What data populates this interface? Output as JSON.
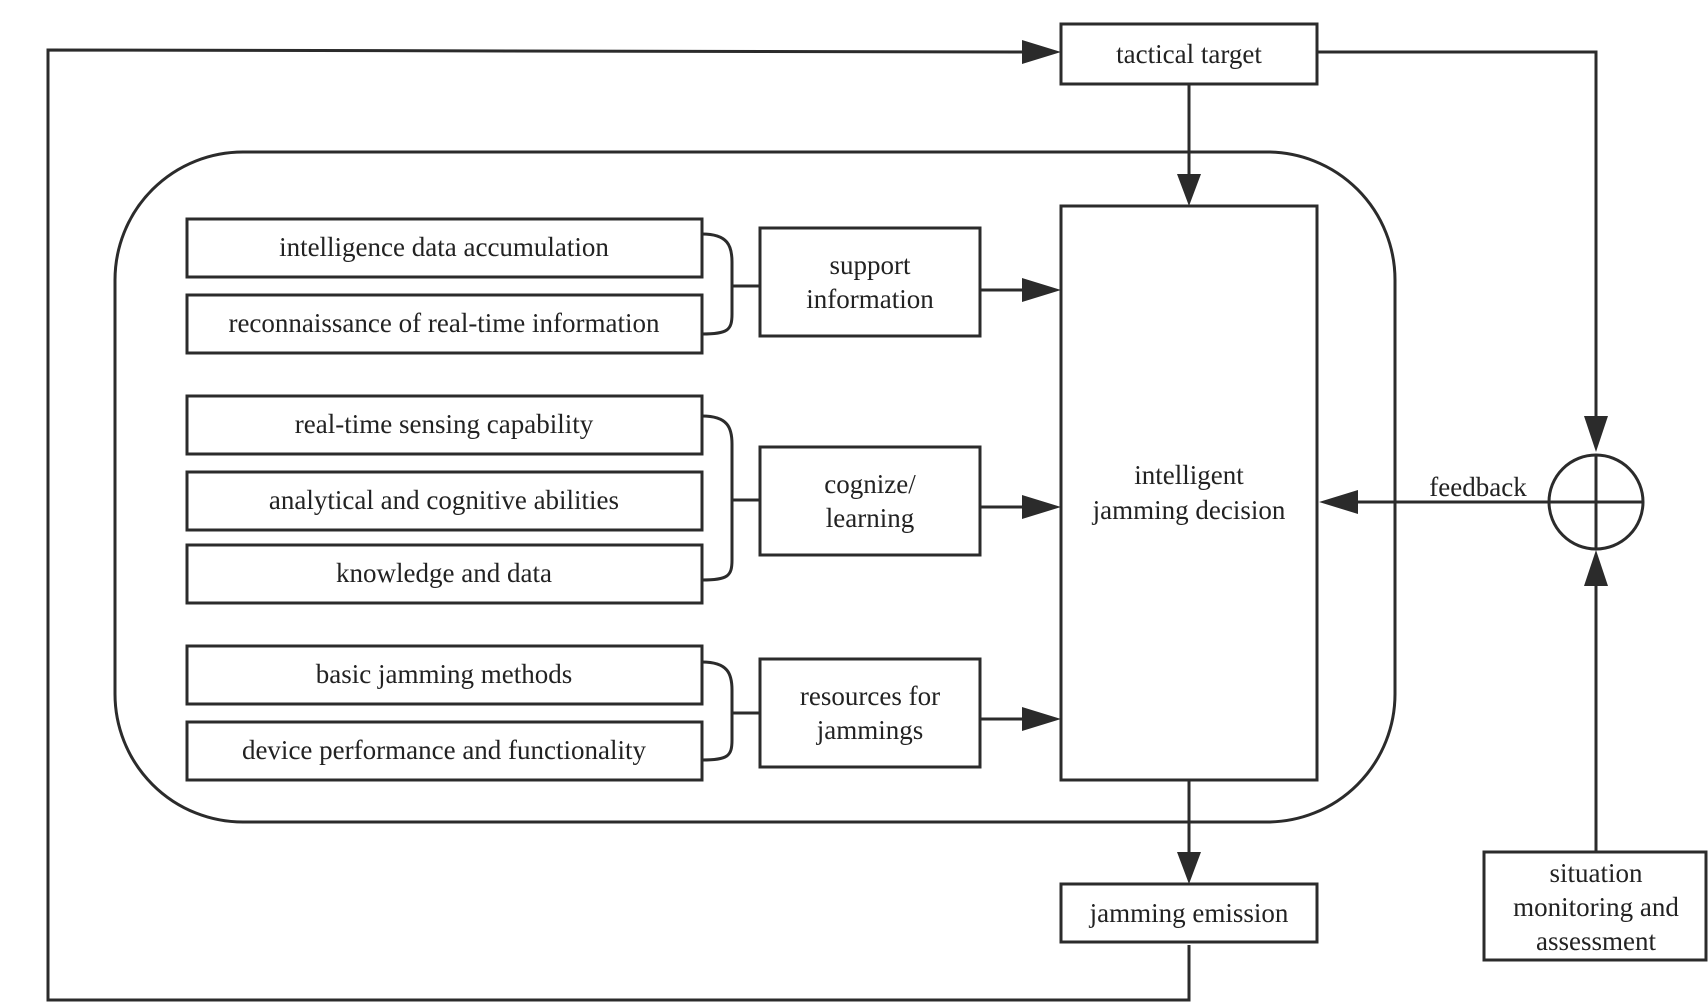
{
  "diagram": {
    "tactical_target": "tactical target",
    "decision": [
      "intelligent",
      "jamming decision"
    ],
    "jamming_emission": "jamming emission",
    "situation": [
      "situation",
      "monitoring and",
      "assessment"
    ],
    "feedback": "feedback",
    "groups": [
      {
        "items": [
          "intelligence data accumulation",
          "reconnaissance of real-time information"
        ],
        "summary": [
          "support",
          "information"
        ]
      },
      {
        "items": [
          "real-time sensing capability",
          "analytical and cognitive abilities",
          "knowledge and data"
        ],
        "summary": [
          "cognize/",
          "learning"
        ]
      },
      {
        "items": [
          "basic jamming methods",
          "device performance and functionality"
        ],
        "summary": [
          "resources for",
          "jammings"
        ]
      }
    ]
  }
}
